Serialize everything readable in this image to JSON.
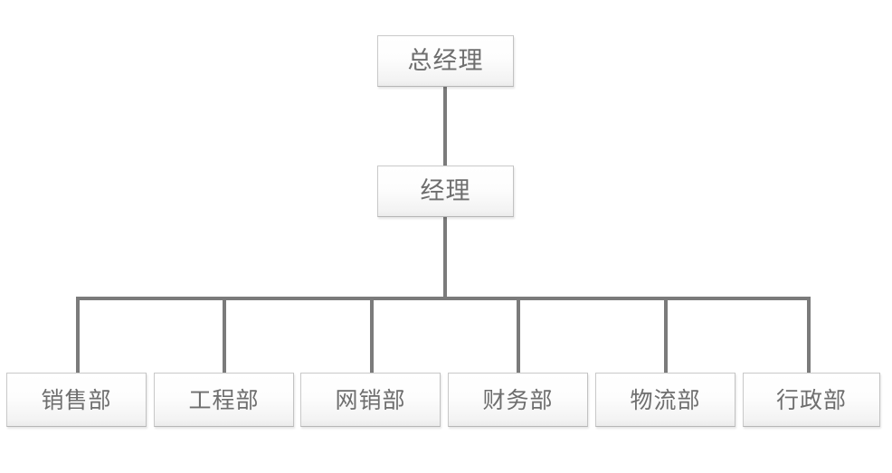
{
  "chart_data": {
    "type": "diagram",
    "subtype": "organizational-chart",
    "title": "",
    "orientation": "top-down",
    "levels": 3,
    "nodes": [
      {
        "id": "n1",
        "label": "总经理",
        "level": 1,
        "parent": null
      },
      {
        "id": "n2",
        "label": "经理",
        "level": 2,
        "parent": "n1"
      },
      {
        "id": "n3",
        "label": "销售部",
        "level": 3,
        "parent": "n2"
      },
      {
        "id": "n4",
        "label": "工程部",
        "level": 3,
        "parent": "n2"
      },
      {
        "id": "n5",
        "label": "网销部",
        "level": 3,
        "parent": "n2"
      },
      {
        "id": "n6",
        "label": "财务部",
        "level": 3,
        "parent": "n2"
      },
      {
        "id": "n7",
        "label": "物流部",
        "level": 3,
        "parent": "n2"
      },
      {
        "id": "n8",
        "label": "行政部",
        "level": 3,
        "parent": "n2"
      }
    ],
    "edges": [
      {
        "from": "n1",
        "to": "n2"
      },
      {
        "from": "n2",
        "to": "n3"
      },
      {
        "from": "n2",
        "to": "n4"
      },
      {
        "from": "n2",
        "to": "n5"
      },
      {
        "from": "n2",
        "to": "n6"
      },
      {
        "from": "n2",
        "to": "n7"
      },
      {
        "from": "n2",
        "to": "n8"
      }
    ],
    "colors": {
      "background": "#ffffff",
      "node_fill_top": "#ffffff",
      "node_fill_bottom": "#ececec",
      "node_border": "#c9c9c9",
      "node_text": "#6e6e6e",
      "connector": "#7b7b7b"
    }
  },
  "chart": {
    "top": {
      "label": "总经理"
    },
    "middle": {
      "label": "经理"
    },
    "departments": [
      {
        "label": "销售部"
      },
      {
        "label": "工程部"
      },
      {
        "label": "网销部"
      },
      {
        "label": "财务部"
      },
      {
        "label": "物流部"
      },
      {
        "label": "行政部"
      }
    ]
  }
}
